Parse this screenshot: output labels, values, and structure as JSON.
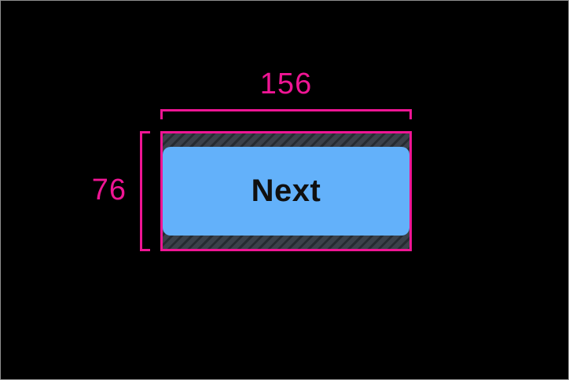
{
  "colors": {
    "background": "#000000",
    "frame": "#8f8f8f",
    "accent": "#ef1594",
    "button_fill": "#63b1fa",
    "button_text": "#101010",
    "hatch_base": "#3b414a",
    "hatch_stripe": "#262b31"
  },
  "inspector": {
    "width_label": "156",
    "height_label": "76"
  },
  "app": {
    "button_label": "Next"
  }
}
